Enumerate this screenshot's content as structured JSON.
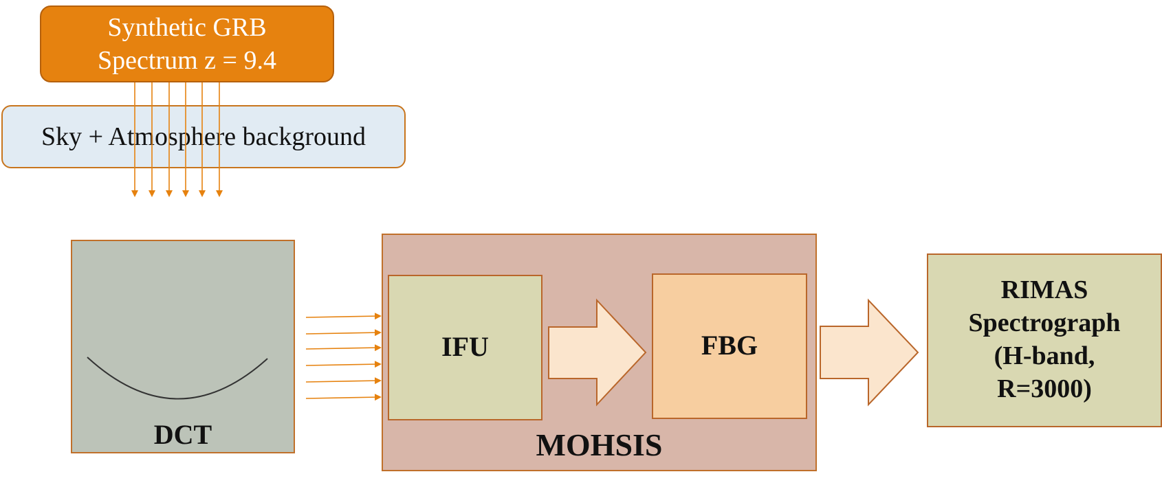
{
  "diagram": {
    "grb_source": {
      "line1": "Synthetic GRB",
      "line2": "Spectrum z = 9.4"
    },
    "sky_background": {
      "label": "Sky + Atmosphere background"
    },
    "telescope": {
      "label": "DCT"
    },
    "mohsis": {
      "label": "MOHSIS",
      "ifu": {
        "label": "IFU"
      },
      "fbg": {
        "label": "FBG"
      }
    },
    "spectrograph": {
      "line1": "RIMAS",
      "line2": "Spectrograph",
      "line3": "(H-band,",
      "line4": "R=3000)"
    }
  },
  "colors": {
    "grb_fill": "#e6820f",
    "sky_fill": "#e1ebf3",
    "dct_fill": "#bcc3b8",
    "mohsis_fill": "#d8b6a9",
    "ifu_fill": "#d9d8b2",
    "fbg_fill": "#f7cea0",
    "spectrograph_fill": "#d9d8b2",
    "arrow_fill": "#fbe5cd",
    "ray_color": "#e6820f",
    "border": "#b9662a"
  }
}
